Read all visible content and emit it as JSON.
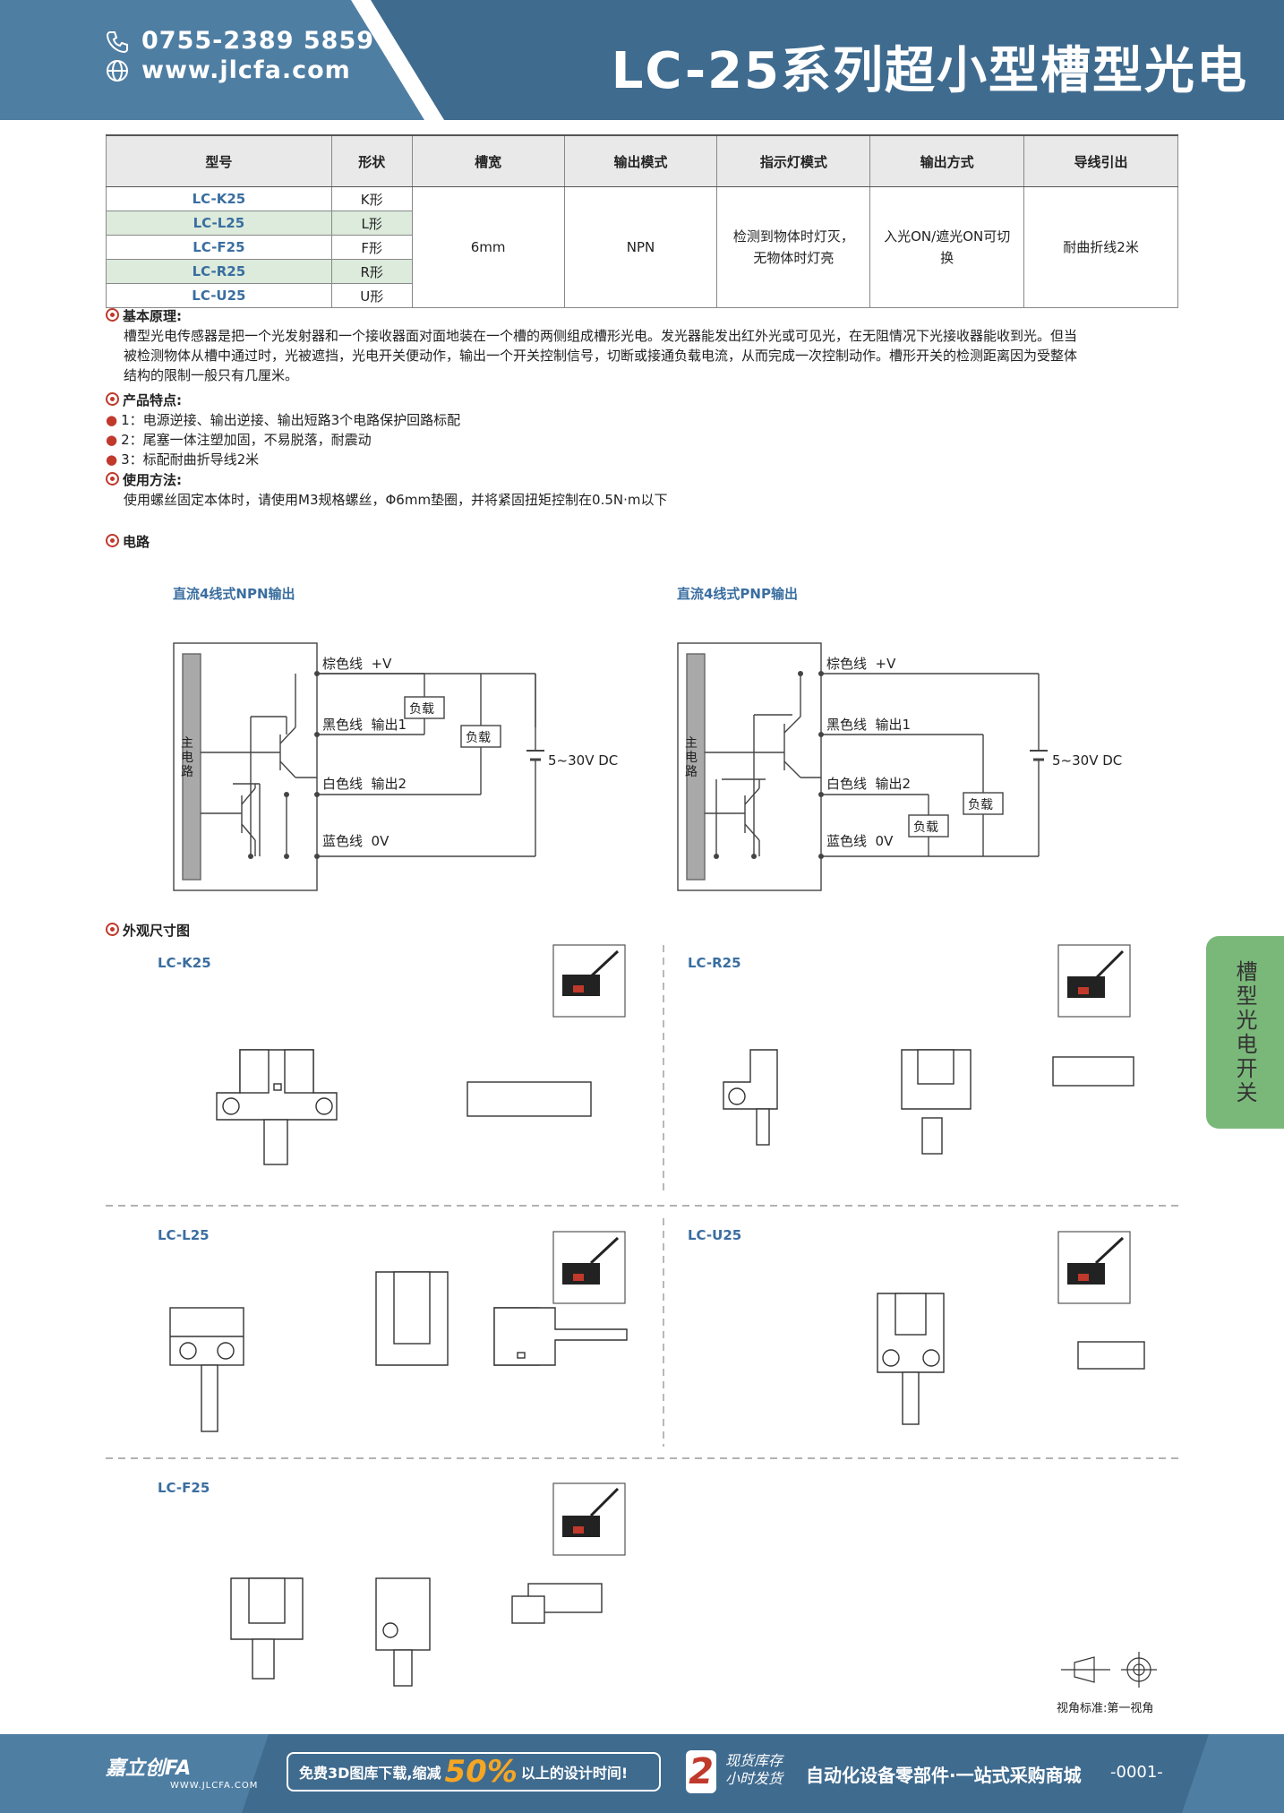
{
  "header": {
    "phone": "0755-2389 5859",
    "website": "www.jlcfa.com",
    "title": "LC-25系列超小型槽型光电"
  },
  "spec_table": {
    "headers": [
      "型号",
      "形状",
      "槽宽",
      "输出模式",
      "指示灯模式",
      "输出方式",
      "导线引出"
    ],
    "rows": [
      {
        "model": "LC-K25",
        "shape": "K形"
      },
      {
        "model": "LC-L25",
        "shape": "L形"
      },
      {
        "model": "LC-F25",
        "shape": "F形"
      },
      {
        "model": "LC-R25",
        "shape": "R形"
      },
      {
        "model": "LC-U25",
        "shape": "U形"
      }
    ],
    "slot_width": "6mm",
    "output_mode": "NPN",
    "indicator_line1": "检测到物体时灯灭，",
    "indicator_line2": "无物体时灯亮",
    "output_method_line1": "入光ON/遮光ON可切",
    "output_method_line2": "换",
    "wire": "耐曲折线2米"
  },
  "principle": {
    "heading": "基本原理:",
    "line1": "槽型光电传感器是把一个光发射器和一个接收器面对面地装在一个槽的两侧组成槽形光电。发光器能发出红外光或可见光，在无阻情况下光接收器能收到光。但当",
    "line2": "被检测物体从槽中通过时，光被遮挡，光电开关便动作，输出一个开关控制信号，切断或接通负载电流，从而完成一次控制动作。槽形开关的检测距离因为受整体",
    "line3": "结构的限制一般只有几厘米。"
  },
  "features": {
    "heading": "产品特点:",
    "items": [
      "1：电源逆接、输出逆接、输出短路3个电路保护回路标配",
      "2：尾塞一体注塑加固，不易脱落，耐震动",
      "3：标配耐曲折导线2米"
    ]
  },
  "usage": {
    "heading": "使用方法:",
    "text": "使用螺丝固定本体时，请使用M3规格螺丝，Φ6mm垫圈，并将紧固扭矩控制在0.5N·m以下"
  },
  "circuit": {
    "heading": "电路",
    "npn_title": "直流4线式NPN输出",
    "pnp_title": "直流4线式PNP输出",
    "main_circuit": "主电路",
    "brown": "棕色线  +V",
    "black": "黑色线  输出1",
    "white": "白色线  输出2",
    "blue": "蓝色线  0V",
    "load": "负载",
    "supply": "5~30V DC"
  },
  "dimensions": {
    "heading": "外观尺寸图",
    "models": [
      "LC-K25",
      "LC-R25",
      "LC-L25",
      "LC-U25",
      "LC-F25"
    ],
    "view_standard": "视角标准:第一视角"
  },
  "side_tab": "槽型光电开关",
  "footer": {
    "brand_cn": "嘉立创FA",
    "brand_url": "WWW.JLCFA.COM",
    "promo_pre": "免费3D图库下载,缩减",
    "promo_pct": "50%",
    "promo_post": "以上的设计时间!",
    "badge_num": "2",
    "badge_line1": "现货库存",
    "badge_line2": "小时发货",
    "slogan": "自动化设备零部件·一站式采购商城",
    "page": "-0001-"
  },
  "colors": {
    "header_blue": "#3f6b8f",
    "accent_red": "#c0392b",
    "model_blue": "#3a6ea0",
    "row_green": "#dcebdc",
    "tab_green": "#7ab87a"
  }
}
